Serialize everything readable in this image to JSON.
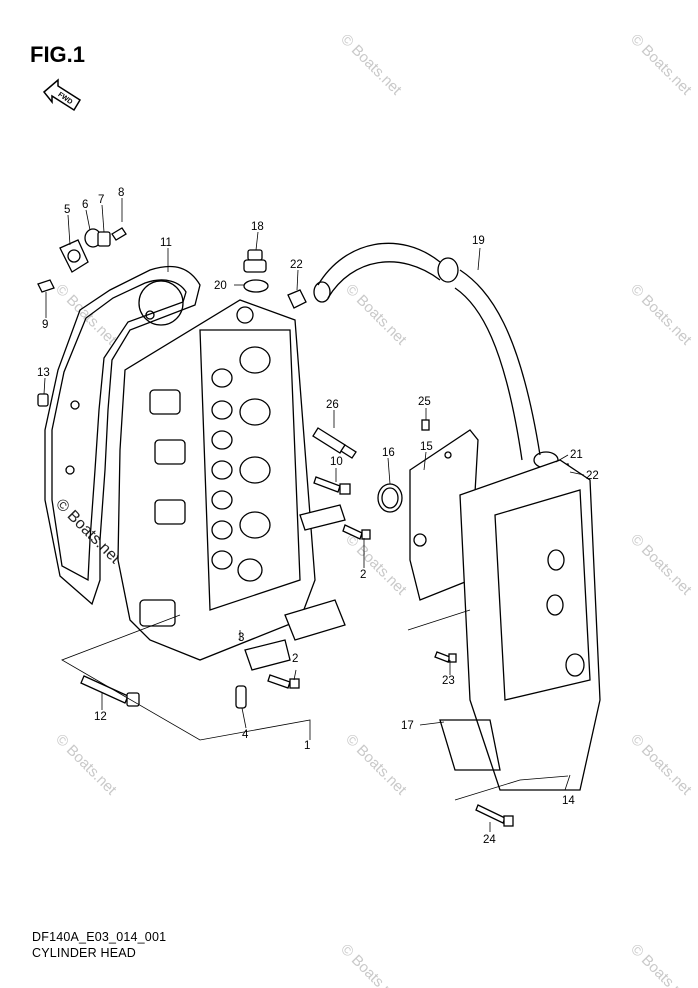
{
  "figure": {
    "title": "FIG.1",
    "fwd_label": "FWD",
    "caption_code": "DF140A_E03_014_001",
    "caption_name": "CYLINDER HEAD"
  },
  "watermark": "© Boats.net",
  "callouts": [
    {
      "id": "c1",
      "label": "1"
    },
    {
      "id": "c2a",
      "label": "2"
    },
    {
      "id": "c2b",
      "label": "2"
    },
    {
      "id": "c3",
      "label": "3"
    },
    {
      "id": "c4",
      "label": "4"
    },
    {
      "id": "c5",
      "label": "5"
    },
    {
      "id": "c6",
      "label": "6"
    },
    {
      "id": "c7",
      "label": "7"
    },
    {
      "id": "c8",
      "label": "8"
    },
    {
      "id": "c9",
      "label": "9"
    },
    {
      "id": "c10",
      "label": "10"
    },
    {
      "id": "c11",
      "label": "11"
    },
    {
      "id": "c12",
      "label": "12"
    },
    {
      "id": "c13",
      "label": "13"
    },
    {
      "id": "c14",
      "label": "14"
    },
    {
      "id": "c15",
      "label": "15"
    },
    {
      "id": "c16",
      "label": "16"
    },
    {
      "id": "c17",
      "label": "17"
    },
    {
      "id": "c18",
      "label": "18"
    },
    {
      "id": "c19",
      "label": "19"
    },
    {
      "id": "c20",
      "label": "20"
    },
    {
      "id": "c21",
      "label": "21"
    },
    {
      "id": "c22a",
      "label": "22"
    },
    {
      "id": "c22b",
      "label": "22"
    },
    {
      "id": "c23",
      "label": "23"
    },
    {
      "id": "c24",
      "label": "24"
    },
    {
      "id": "c25",
      "label": "25"
    },
    {
      "id": "c26",
      "label": "26"
    }
  ]
}
